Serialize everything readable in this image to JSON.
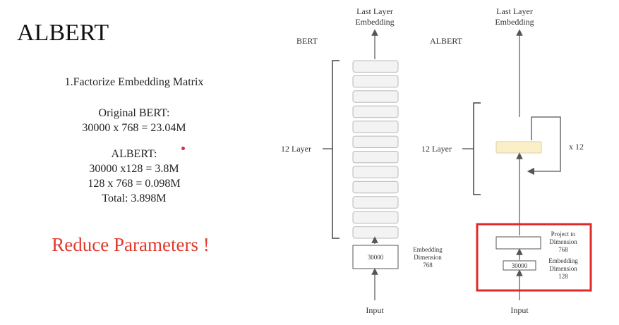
{
  "slide": {
    "title": "ALBERT",
    "heading": "1.Factorize Embedding Matrix",
    "original_label": "Original BERT:",
    "original_calc": "30000 x 768 = 23.04M",
    "albert_label": "ALBERT:",
    "albert_calc1": "30000 x128 =  3.8M",
    "albert_calc2": "128 x 768 = 0.098M",
    "albert_total": "Total: 3.898M",
    "reduce": "Reduce Parameters !"
  },
  "diagram": {
    "bert": {
      "title": "BERT",
      "output_line1": "Last Layer",
      "output_line2": "Embedding",
      "layer_label": "12 Layer",
      "layer_count": 12,
      "embed_box": "30000",
      "embed_note_line1": "Embedding",
      "embed_note_line2": "Dimension",
      "embed_note_line3": "768",
      "input": "Input"
    },
    "albert": {
      "title": "ALBERT",
      "output_line1": "Last Layer",
      "output_line2": "Embedding",
      "layer_label": "12 Layer",
      "repeat": "x 12",
      "project_line1": "Project to",
      "project_line2": "Dimension",
      "project_line3": "768",
      "embed_box": "30000",
      "embed_note_line1": "Embedding",
      "embed_note_line2": "Dimension",
      "embed_note_line3": "128",
      "input": "Input"
    }
  },
  "colors": {
    "highlight_frame": "#e02a2a",
    "reduce_text": "#e03a2c",
    "shared_layer": "#fbefc8"
  }
}
